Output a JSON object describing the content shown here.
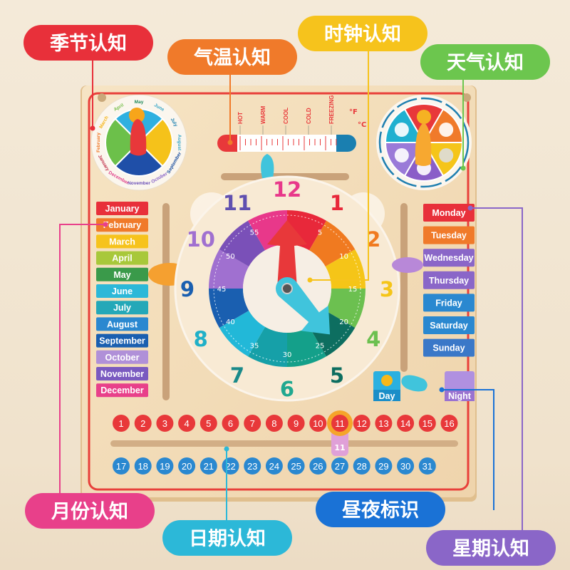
{
  "callouts": [
    {
      "id": "season",
      "text": "季节认知",
      "color": "#e8303a"
    },
    {
      "id": "temperature",
      "text": "气温认知",
      "color": "#f07a2a"
    },
    {
      "id": "clock",
      "text": "时钟认知",
      "color": "#f6c31c"
    },
    {
      "id": "weather",
      "text": "天气认知",
      "color": "#6cc64e"
    },
    {
      "id": "month",
      "text": "月份认知",
      "color": "#e8408a"
    },
    {
      "id": "date",
      "text": "日期认知",
      "color": "#2cb8d8"
    },
    {
      "id": "daynight",
      "text": "昼夜标识",
      "color": "#1a72d6"
    },
    {
      "id": "weekday",
      "text": "星期认知",
      "color": "#8a66c8"
    }
  ],
  "season_dial": {
    "months": [
      "May",
      "June",
      "July",
      "August",
      "September",
      "October",
      "November",
      "December",
      "January",
      "February",
      "March",
      "April"
    ],
    "month_colors": [
      "#1f8a5a",
      "#3aa8c8",
      "#1a7fb0",
      "#3aa8c8",
      "#1a4fa0",
      "#8a66c8",
      "#6a4fb8",
      "#e0408a",
      "#c0304a",
      "#f07a2a",
      "#f5b51a",
      "#7ac050"
    ],
    "sector_colors": [
      "#2fb0e0",
      "#f5c21a",
      "#1f4fa8",
      "#6cc04a"
    ]
  },
  "thermometer": {
    "labels": [
      "HOT",
      "WARM",
      "COOL",
      "COLD",
      "FREEZING"
    ],
    "unit_f": "°F",
    "unit_c": "°C"
  },
  "weather_dial": {
    "sector_colors": [
      "#e8383a",
      "#f07a2a",
      "#f5c51a",
      "#8a5ec8",
      "#9a7ad8",
      "#20b0d0"
    ]
  },
  "months": [
    {
      "name": "January",
      "color": "#e8303a"
    },
    {
      "name": "February",
      "color": "#f07a2a"
    },
    {
      "name": "March",
      "color": "#f6c31c"
    },
    {
      "name": "April",
      "color": "#a8c83a"
    },
    {
      "name": "May",
      "color": "#3a9a4a"
    },
    {
      "name": "June",
      "color": "#2cb8d8"
    },
    {
      "name": "July",
      "color": "#24a8b8"
    },
    {
      "name": "August",
      "color": "#2a88d0"
    },
    {
      "name": "September",
      "color": "#1a5fb0"
    },
    {
      "name": "October",
      "color": "#b090d8"
    },
    {
      "name": "November",
      "color": "#7a5ac0"
    },
    {
      "name": "December",
      "color": "#e8408a"
    }
  ],
  "weekdays": [
    {
      "name": "Monday",
      "color": "#e8303a"
    },
    {
      "name": "Tuesday",
      "color": "#f07a2a"
    },
    {
      "name": "Wednesday",
      "color": "#8a66c8"
    },
    {
      "name": "Thursday",
      "color": "#8a66c8"
    },
    {
      "name": "Friday",
      "color": "#2a88d0"
    },
    {
      "name": "Saturday",
      "color": "#2a88d0"
    },
    {
      "name": "Sunday",
      "color": "#3a78c8"
    }
  ],
  "clock": {
    "hours": [
      {
        "n": "12",
        "color": "#e8388a"
      },
      {
        "n": "1",
        "color": "#e8283a"
      },
      {
        "n": "2",
        "color": "#f07a20"
      },
      {
        "n": "3",
        "color": "#f5c518"
      },
      {
        "n": "4",
        "color": "#6cc050"
      },
      {
        "n": "5",
        "color": "#0d6e60"
      },
      {
        "n": "6",
        "color": "#20a890"
      },
      {
        "n": "7",
        "color": "#1a8a8a"
      },
      {
        "n": "8",
        "color": "#20b0c8"
      },
      {
        "n": "9",
        "color": "#1a5fb0"
      },
      {
        "n": "10",
        "color": "#a070d0"
      },
      {
        "n": "11",
        "color": "#6050b0"
      }
    ],
    "minutes": [
      "5",
      "10",
      "15",
      "20",
      "25",
      "30",
      "35",
      "40",
      "45",
      "50",
      "55"
    ],
    "ring_colors": [
      "#e8283a",
      "#f07a20",
      "#f5c518",
      "#6cc050",
      "#0d6e60",
      "#14a08a",
      "#16a0a8",
      "#22b8d8",
      "#1a5fb0",
      "#a070d0",
      "#7a50b8",
      "#e8388a"
    ],
    "hour_hand_color": "#e8383a",
    "minute_hand_color": "#40c4dc"
  },
  "day_night": {
    "day": "Day",
    "night": "Night",
    "day_color": "#1a8ec8",
    "night_color": "#9a72d0"
  },
  "dates": {
    "row1": [
      "1",
      "2",
      "3",
      "4",
      "5",
      "6",
      "7",
      "8",
      "9",
      "10",
      "11",
      "12",
      "13",
      "14",
      "15",
      "16"
    ],
    "row2": [
      "17",
      "18",
      "19",
      "20",
      "21",
      "22",
      "23",
      "24",
      "25",
      "26",
      "27",
      "28",
      "29",
      "30",
      "31"
    ],
    "row1_color": "#e8383a",
    "row2_color": "#2a88d0",
    "selected": "11"
  }
}
